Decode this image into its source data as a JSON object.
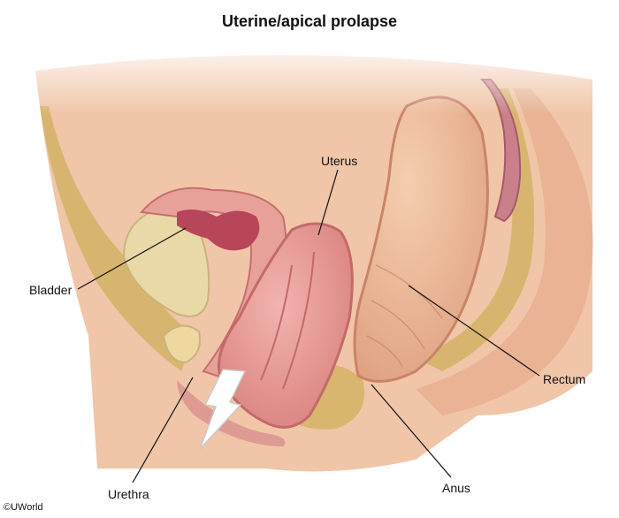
{
  "title": "Uterine/apical prolapse",
  "labels": {
    "uterus": "Uterus",
    "bladder": "Bladder",
    "rectum": "Rectum",
    "urethra": "Urethra",
    "anus": "Anus"
  },
  "copyright": "©UWorld",
  "colors": {
    "skin": "#f2c9ad",
    "fat": "#d9b36a",
    "uterus": "#e59a96",
    "bladder": "#e6d8a8",
    "rectum": "#eab693",
    "mucosa": "#b9465c",
    "arrow": "#ffffff"
  }
}
